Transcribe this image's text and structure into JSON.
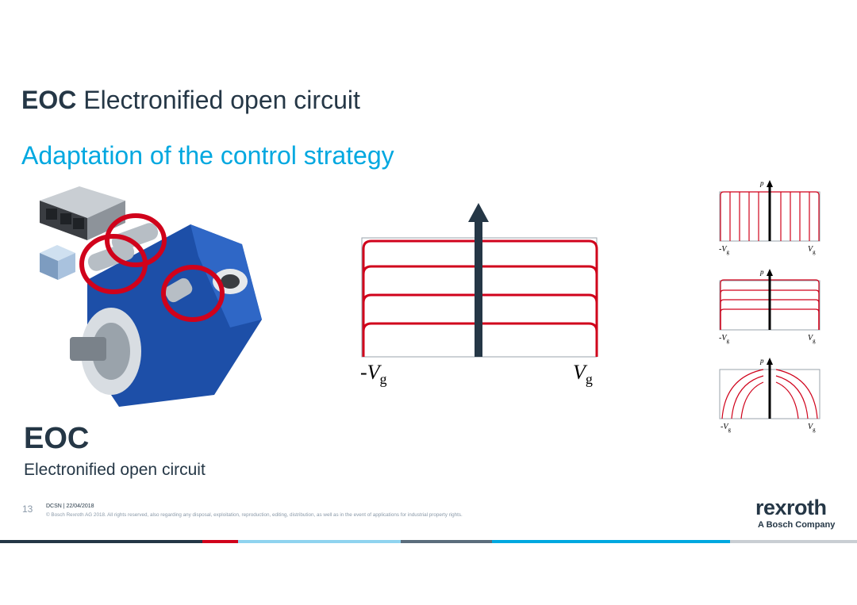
{
  "header": {
    "title_bold": "EOC",
    "title_rest": "Electronified open circuit",
    "subtitle": "Adaptation of the control strategy"
  },
  "product": {
    "name": "EOC",
    "description": "Electronified open circuit"
  },
  "main_plot": {
    "label_left": "-V",
    "label_left_sub": "g",
    "label_right": "V",
    "label_right_sub": "g"
  },
  "small_plots": [
    {
      "y_label": "p",
      "label_left": "-V",
      "label_left_sub": "g",
      "label_right": "V",
      "label_right_sub": "g"
    },
    {
      "y_label": "p",
      "label_left": "-V",
      "label_left_sub": "g",
      "label_right": "V",
      "label_right_sub": "g"
    },
    {
      "y_label": "p",
      "label_left": "-V",
      "label_left_sub": "g",
      "label_right": "V",
      "label_right_sub": "g"
    }
  ],
  "footer": {
    "page_number": "13",
    "doc_id": "DCSN | 22/04/2018",
    "copyright": "© Bosch Rexroth AG 2018. All rights reserved, also regarding any disposal, exploitation, reproduction, editing, distribution, as well as in the event of applications for industrial property rights.",
    "logo_brand": "rexroth",
    "logo_sub": "A Bosch Company"
  },
  "colors": {
    "navy": "#253746",
    "cyan": "#00a8e0",
    "red": "#d0021b",
    "pump_blue": "#1d4fa8"
  }
}
